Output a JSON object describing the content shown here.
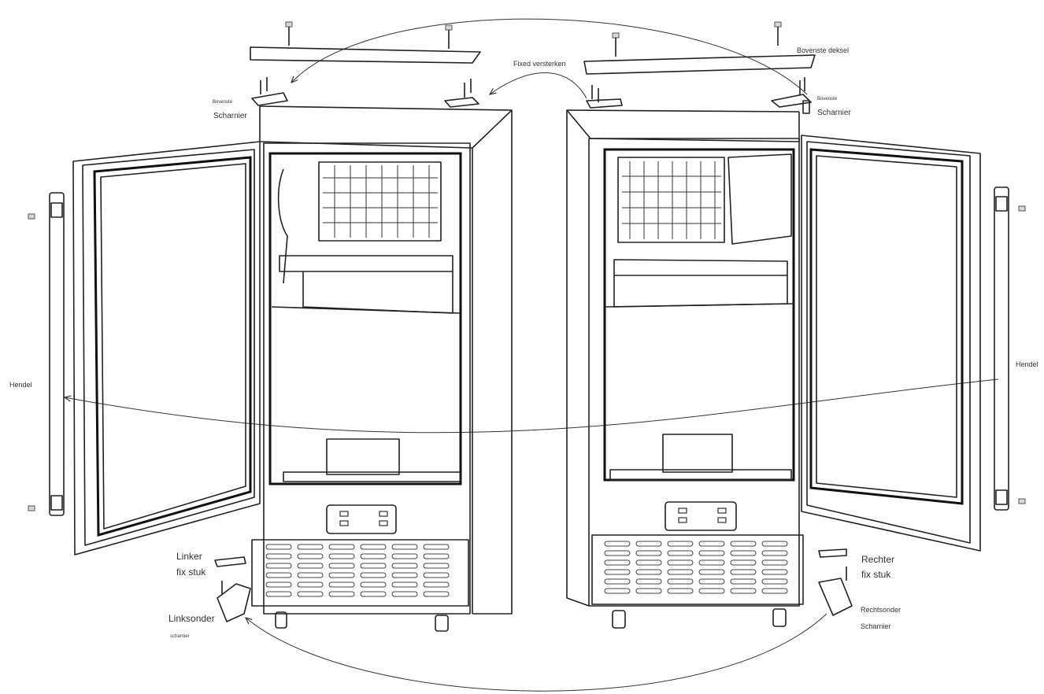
{
  "labels": {
    "top_cover": "Bovenste deksel",
    "hinge_hole_fix": "Fixed versterken",
    "top_hinge_left_small": "Bovenste",
    "top_hinge_left": "Scharnier",
    "top_hinge_right_small": "Bovenste",
    "top_hinge_right": "Scharnier",
    "handle_left": "Hendel",
    "handle_right": "Hendel",
    "left_fix_line1": "Linker",
    "left_fix_line2": "fix stuk",
    "right_fix_line1": "Rechter",
    "right_fix_line2": "fix stuk",
    "bottom_left_hinge_line1": "Linksonder",
    "bottom_left_hinge_line2": "scharnier",
    "bottom_right_hinge_line1": "Rechtsonder",
    "bottom_right_hinge_line2": "Scharnier"
  },
  "colors": {
    "line": "#222222",
    "background": "#ffffff",
    "label": "#333333"
  }
}
